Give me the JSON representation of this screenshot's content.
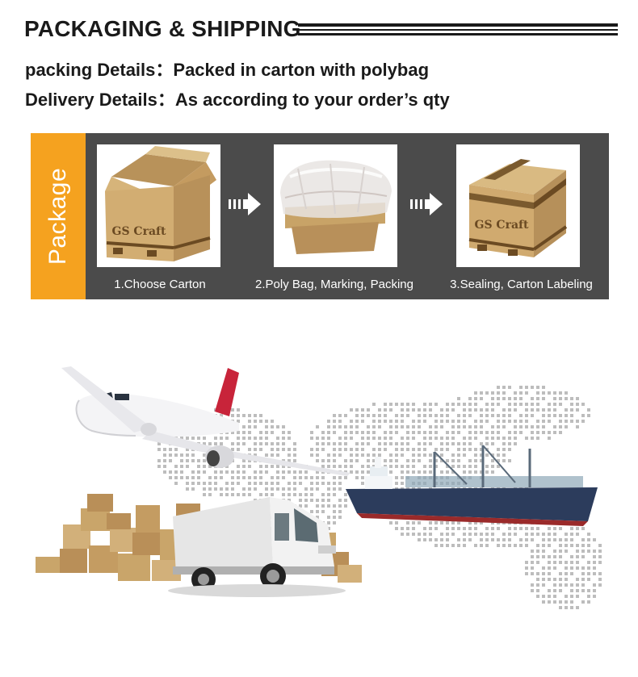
{
  "header": {
    "title": "PACKAGING & SHIPPING"
  },
  "details": [
    {
      "text": "packing Details：Packed in carton with polybag"
    },
    {
      "text": "Delivery Details：As according to your order’s qty"
    }
  ],
  "package_panel": {
    "tab_label": "Package",
    "steps": [
      {
        "caption": "1.Choose Carton",
        "box_print": "GS Craft"
      },
      {
        "caption": "2.Poly Bag, Marking, Packing"
      },
      {
        "caption": "3.Sealing, Carton Labeling",
        "box_print": "GS Craft"
      }
    ]
  },
  "colors": {
    "panel_background": "#4b4b4b",
    "tab_accent": "#f5a21f",
    "carton": "#c9a56a",
    "text": "#1a1a1a"
  },
  "icons": [
    "double-arrow-right-icon",
    "airplane-icon",
    "cargo-ship-icon",
    "delivery-truck-icon",
    "carton-stack-icon",
    "world-map-dots"
  ]
}
